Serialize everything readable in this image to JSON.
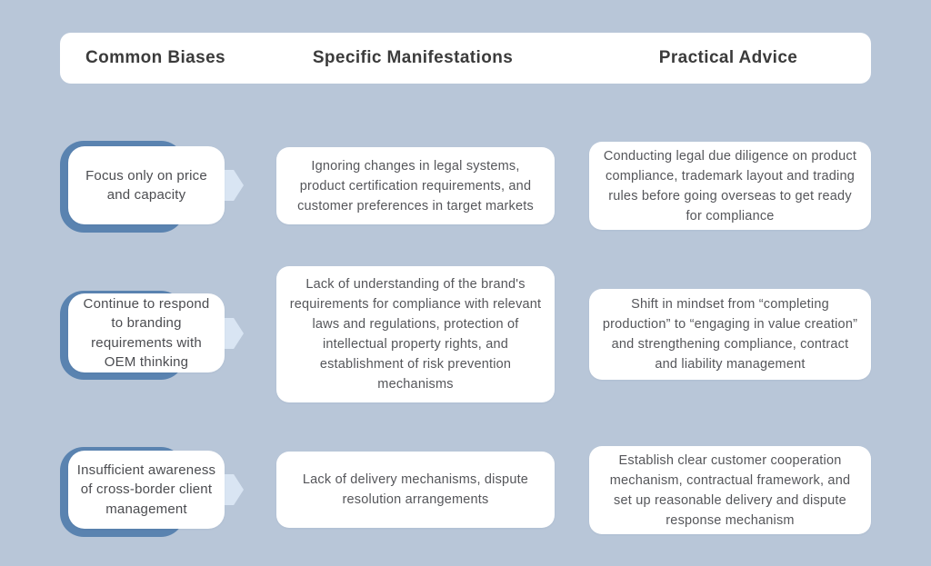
{
  "palette": {
    "background": "#b8c6d8",
    "accent_blue": "#5a83b0",
    "arrow_light_blue": "#d9e5f3",
    "card_white": "#ffffff",
    "heading_text": "#3b3b3b",
    "body_text": "#55565a"
  },
  "header": {
    "col1": "Common Biases",
    "col2": "Specific Manifestations",
    "col3": "Practical Advice"
  },
  "rows": [
    {
      "bias": "Focus only on price and capacity",
      "manifestation": "Ignoring changes in legal systems, product certification requirements, and customer preferences in target markets",
      "advice": "Conducting legal due diligence on product compliance, trademark layout and trading rules before going overseas to get ready for compliance"
    },
    {
      "bias": "Continue to respond to branding requirements with OEM thinking",
      "manifestation": "Lack of understanding of the brand's requirements for compliance with relevant laws and regulations, protection of intellectual property rights, and establishment of risk prevention mechanisms",
      "advice": "Shift in mindset from “completing production” to “engaging in value creation” and strengthening compliance, contract and liability management"
    },
    {
      "bias": "Insufficient awareness of cross-border client management",
      "manifestation": "Lack of delivery mechanisms, dispute resolution arrangements",
      "advice": "Establish clear customer cooperation mechanism, contractual framework, and set up reasonable delivery and dispute response mechanism"
    }
  ]
}
